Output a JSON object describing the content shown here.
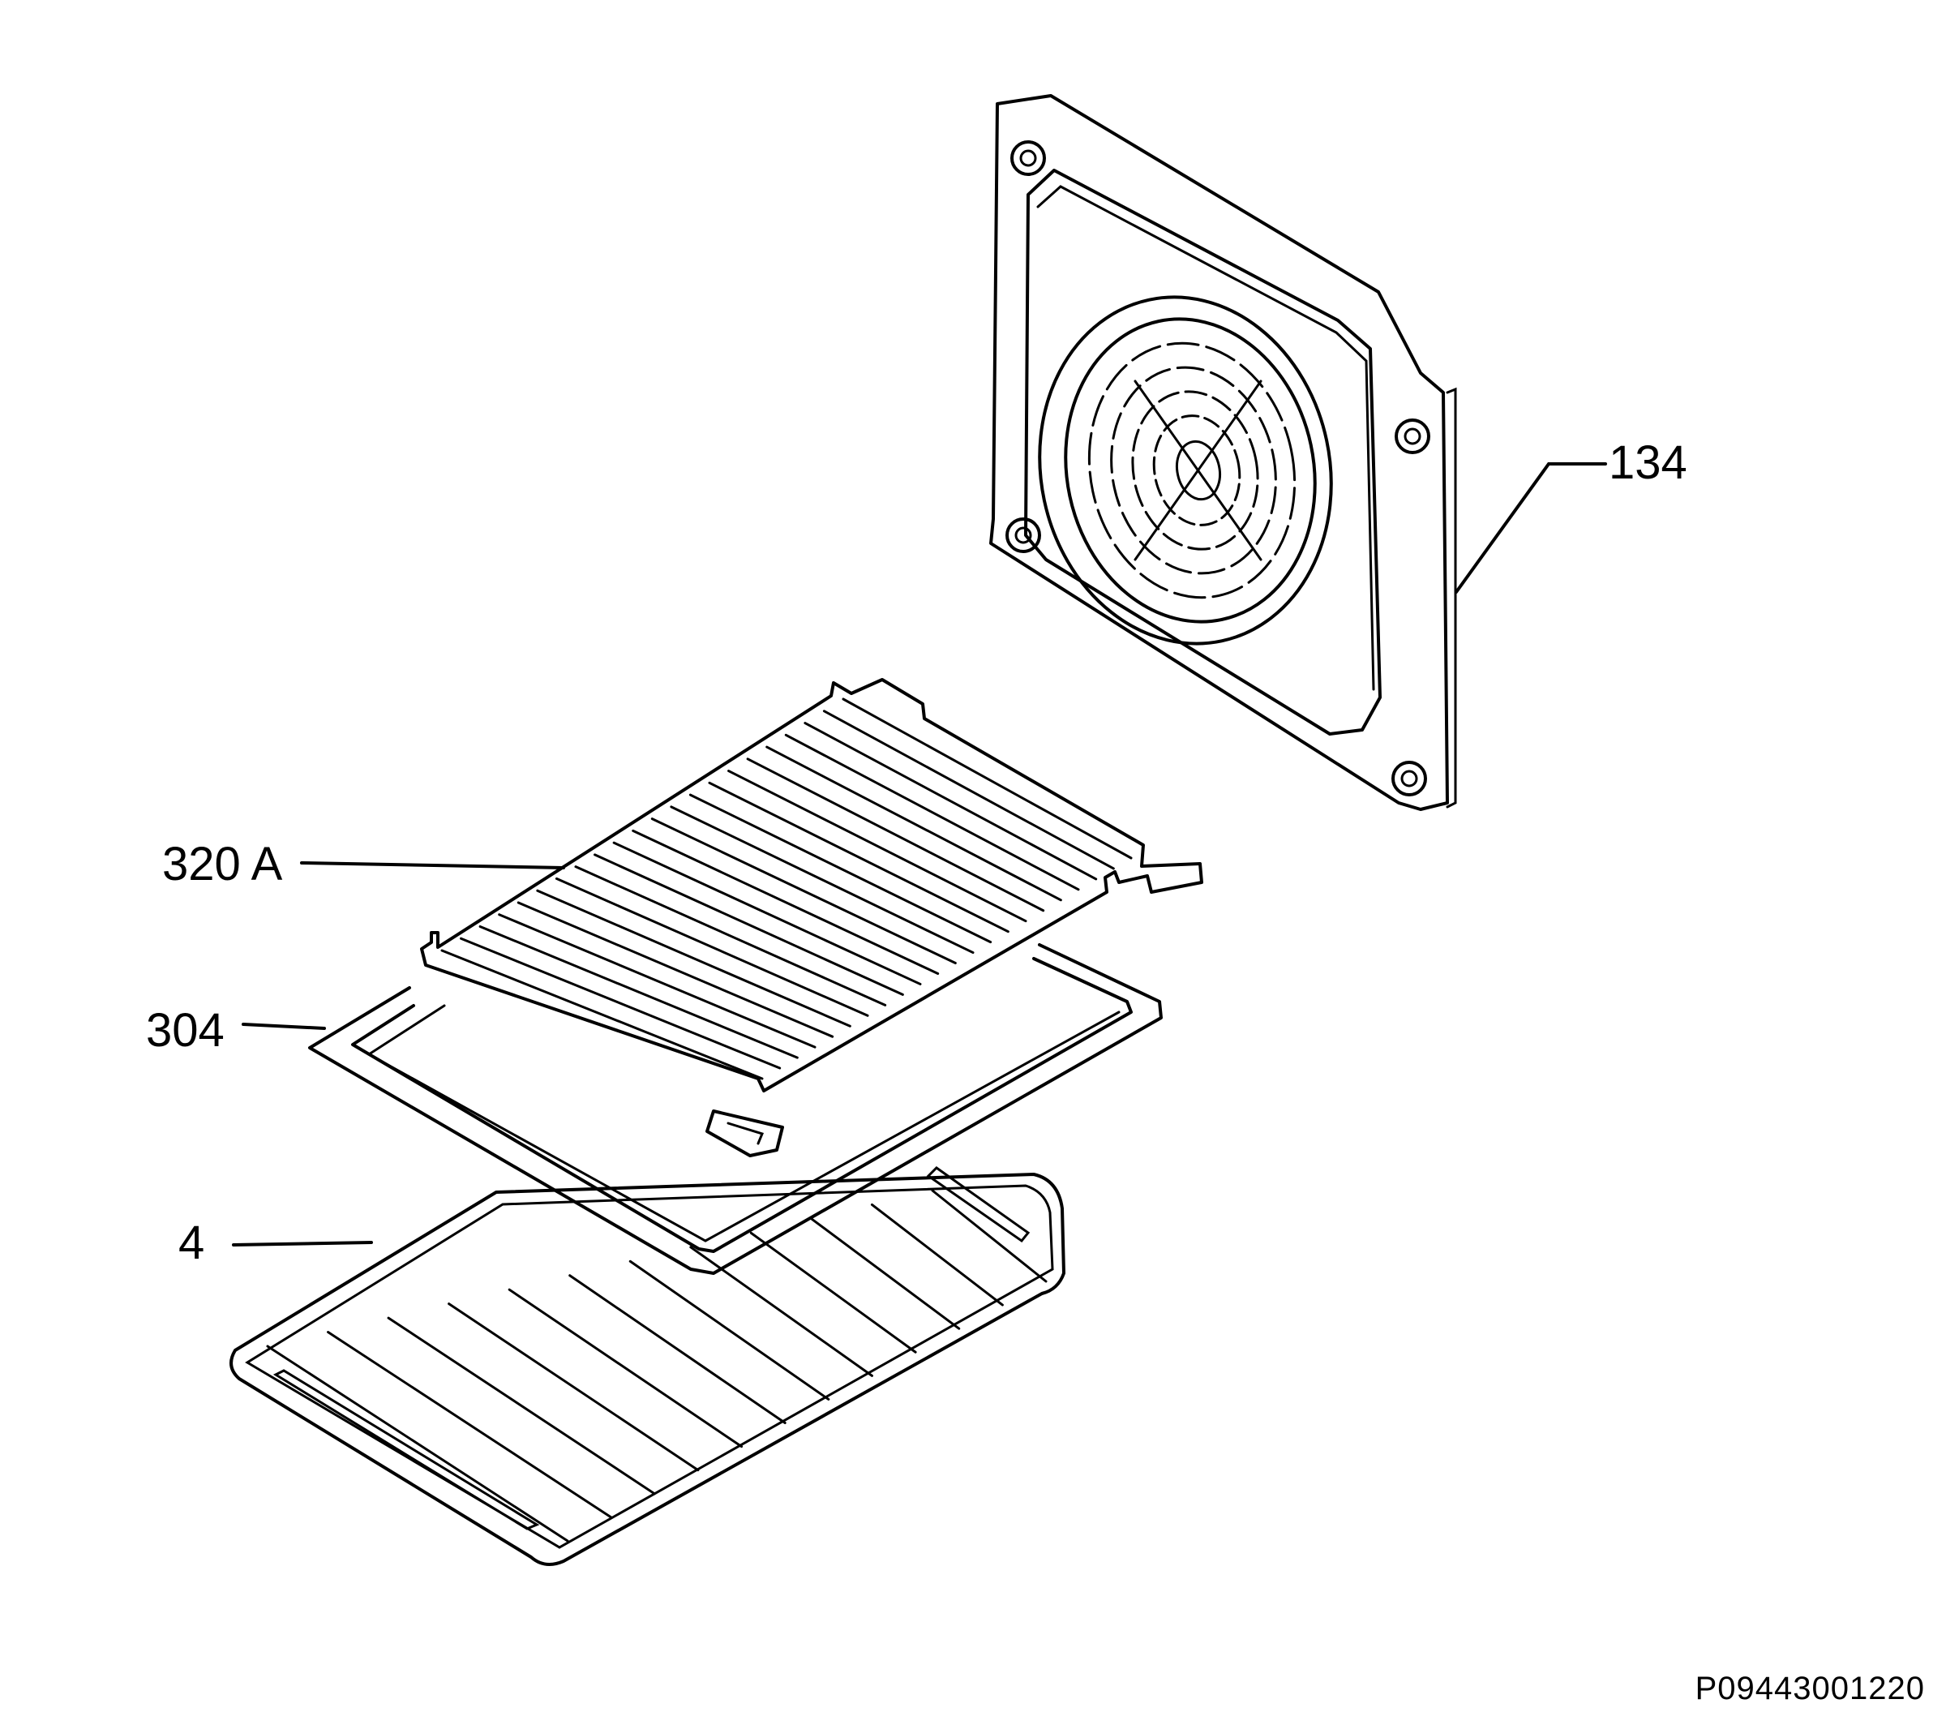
{
  "diagram": {
    "callouts": [
      {
        "id": "134",
        "label": "134"
      },
      {
        "id": "320a",
        "label": "320 A"
      },
      {
        "id": "304",
        "label": "304"
      },
      {
        "id": "4",
        "label": "4"
      }
    ],
    "reference_code": "P09443001220"
  }
}
